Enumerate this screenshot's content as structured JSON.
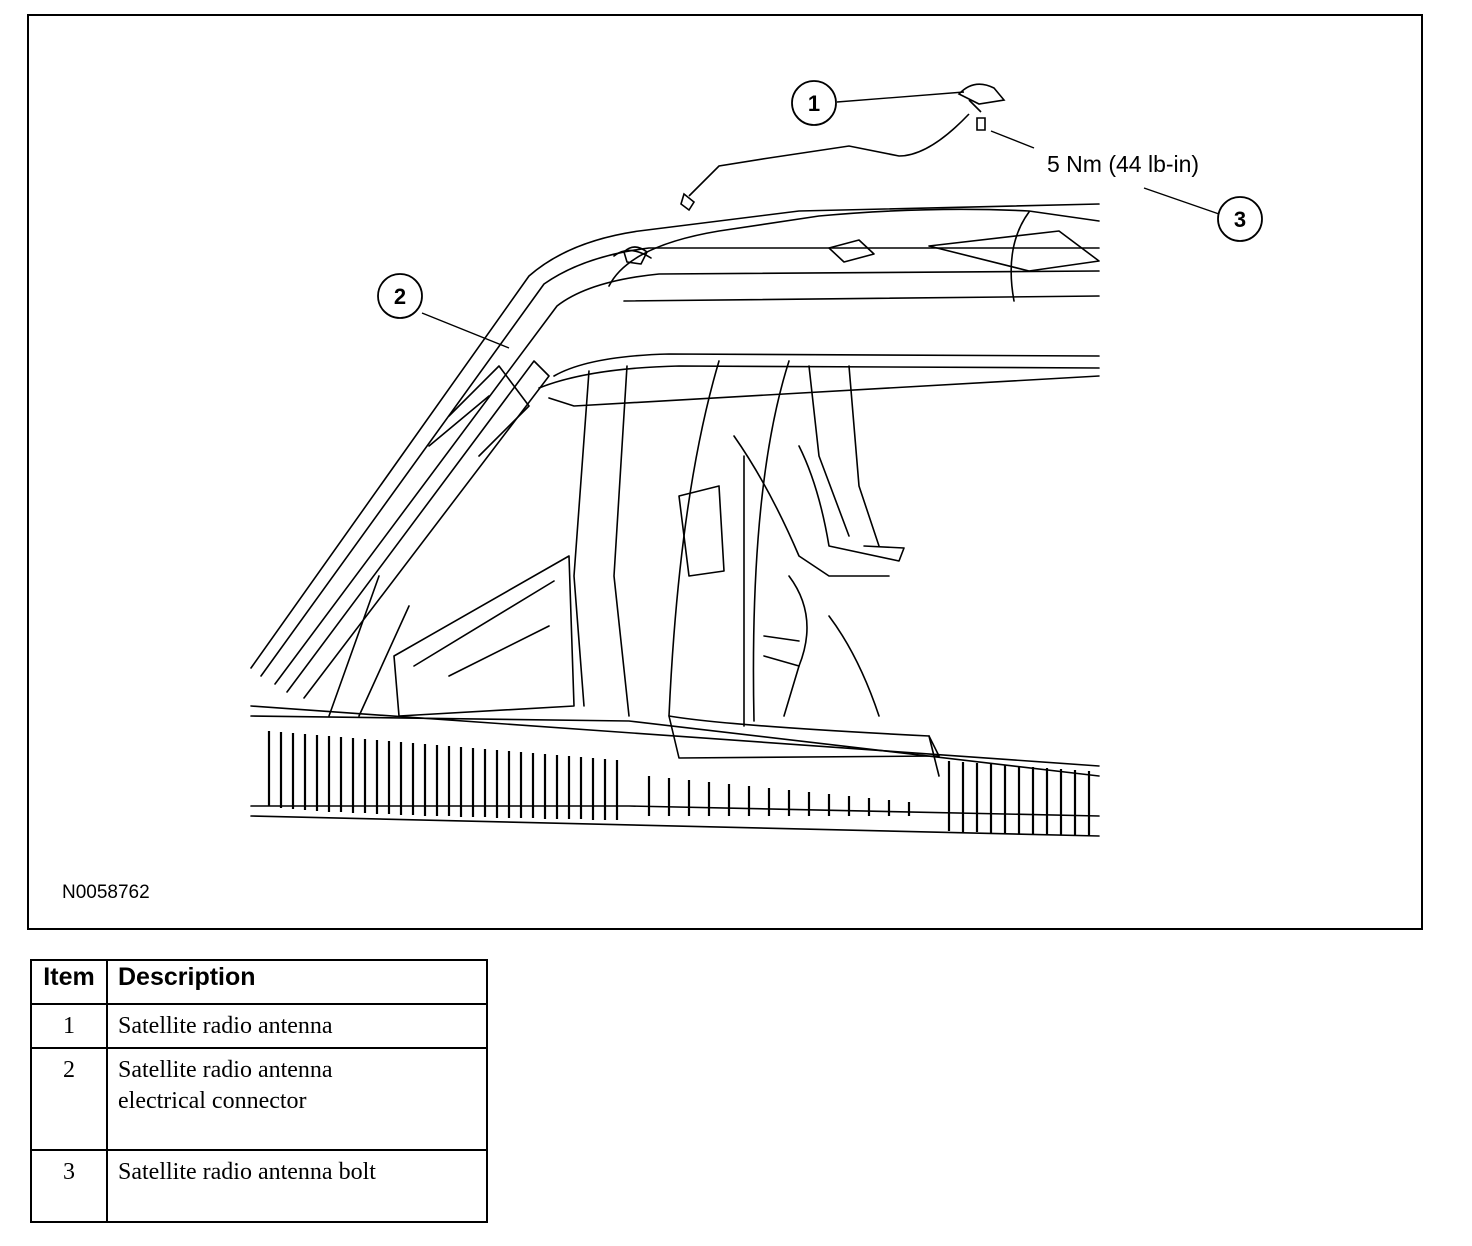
{
  "figure": {
    "code": "N0058762",
    "torque_label": "5 Nm (44 lb-in)",
    "callouts": [
      "1",
      "2",
      "3"
    ]
  },
  "legend": {
    "headers": {
      "item": "Item",
      "description": "Description"
    },
    "rows": [
      {
        "item": "1",
        "lines": [
          "Satellite radio antenna"
        ]
      },
      {
        "item": "2",
        "lines": [
          "Satellite radio antenna",
          "electrical connector"
        ]
      },
      {
        "item": "3",
        "lines": [
          "Satellite radio antenna bolt"
        ]
      }
    ]
  }
}
